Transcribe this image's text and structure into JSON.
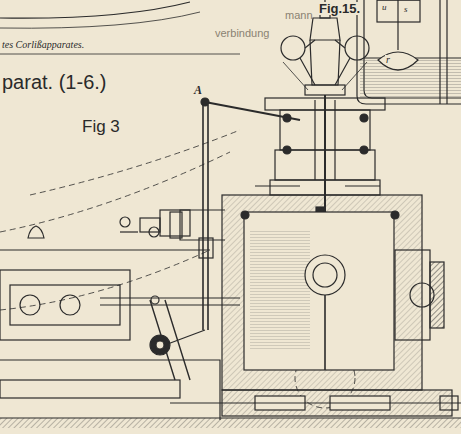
{
  "diagram": {
    "labels": [
      "tes Corlißapparates.",
      "parat. (1-6.)",
      "Fig 3",
      "Fig.15.",
      "A",
      "u",
      "s",
      "r",
      "mann",
      "verbindung"
    ]
  }
}
